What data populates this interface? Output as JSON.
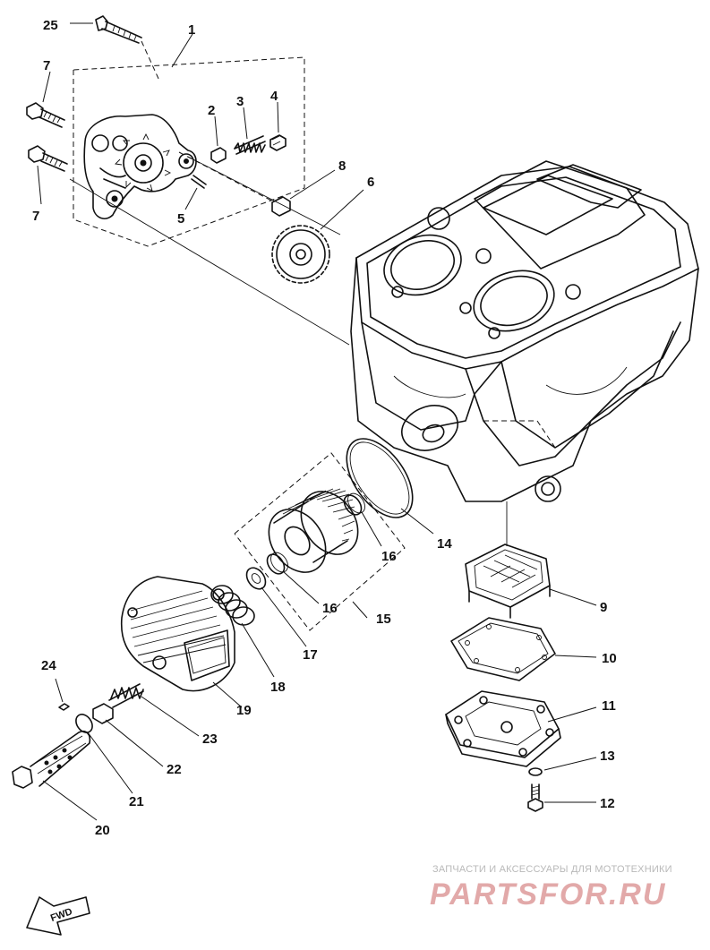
{
  "parts": [
    {
      "key": "p1",
      "label": "1"
    },
    {
      "key": "p2",
      "label": "2"
    },
    {
      "key": "p3",
      "label": "3"
    },
    {
      "key": "p4",
      "label": "4"
    },
    {
      "key": "p5",
      "label": "5"
    },
    {
      "key": "p6",
      "label": "6"
    },
    {
      "key": "p7a",
      "label": "7"
    },
    {
      "key": "p7b",
      "label": "7"
    },
    {
      "key": "p8",
      "label": "8"
    },
    {
      "key": "p9",
      "label": "9"
    },
    {
      "key": "p10",
      "label": "10"
    },
    {
      "key": "p11",
      "label": "11"
    },
    {
      "key": "p12",
      "label": "12"
    },
    {
      "key": "p13",
      "label": "13"
    },
    {
      "key": "p14",
      "label": "14"
    },
    {
      "key": "p15",
      "label": "15"
    },
    {
      "key": "p16a",
      "label": "16"
    },
    {
      "key": "p16b",
      "label": "16"
    },
    {
      "key": "p17",
      "label": "17"
    },
    {
      "key": "p18",
      "label": "18"
    },
    {
      "key": "p19",
      "label": "19"
    },
    {
      "key": "p20",
      "label": "20"
    },
    {
      "key": "p21",
      "label": "21"
    },
    {
      "key": "p22",
      "label": "22"
    },
    {
      "key": "p23",
      "label": "23"
    },
    {
      "key": "p24",
      "label": "24"
    },
    {
      "key": "p25",
      "label": "25"
    }
  ],
  "fwd_marker": "FWD",
  "watermark": {
    "caption": "ЗАПЧАСТИ И АКСЕССУАРЫ ДЛЯ МОТОТЕХНИКИ",
    "logo": "PARTSFOR.RU"
  }
}
